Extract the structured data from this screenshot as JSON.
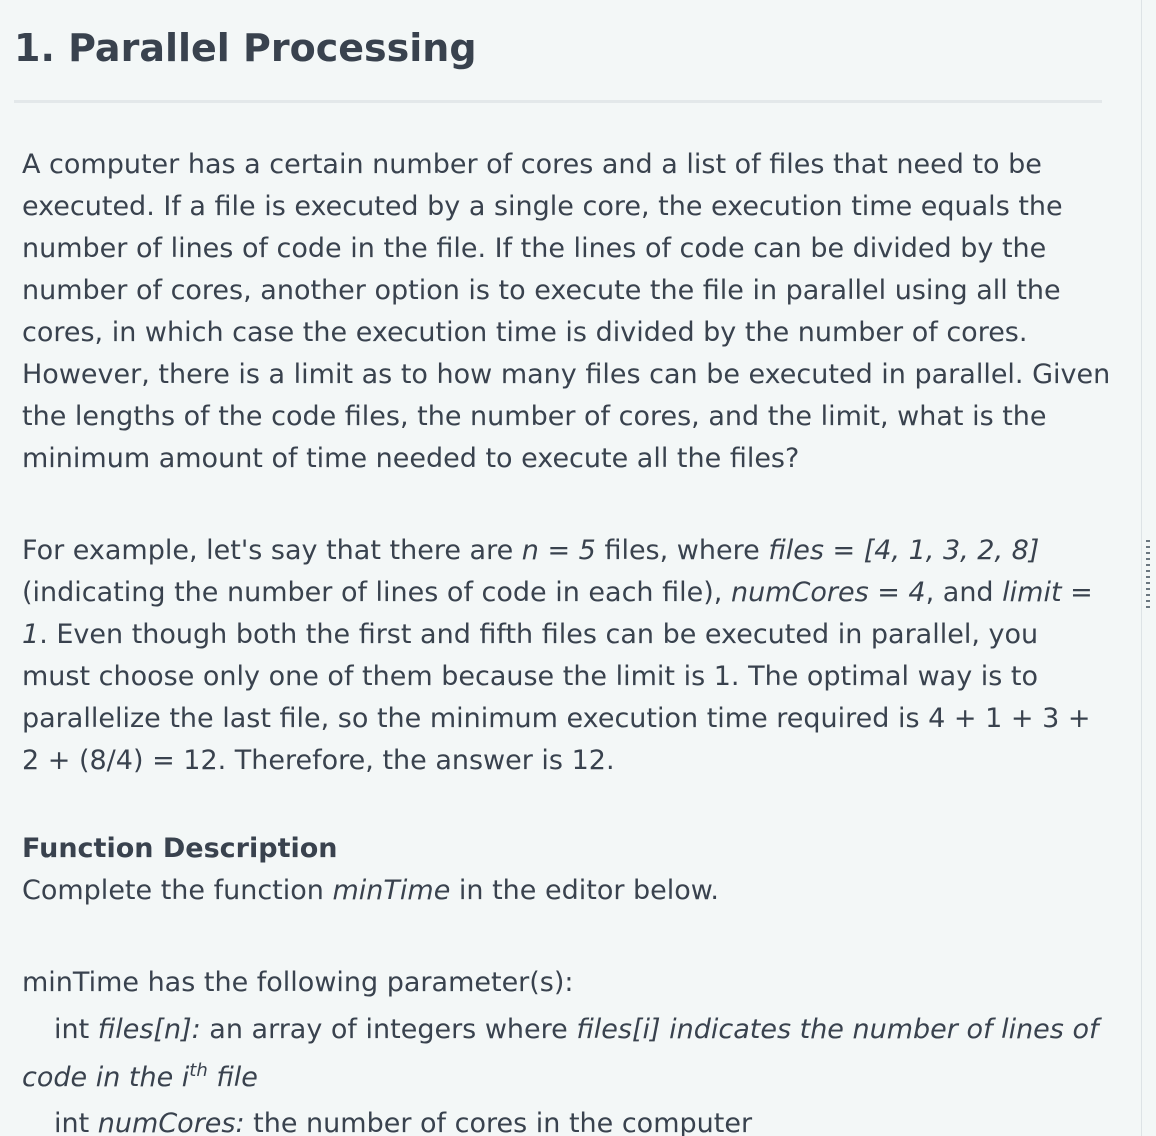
{
  "problem": {
    "title": "1. Parallel Processing",
    "intro": "A computer has a certain number of cores and a list of files that need to be executed. If a file is executed by a single core, the execution time equals the number of lines of code in the file. If the lines of code can be divided by the number of cores, another option is to execute the file in parallel using all the cores, in which case the execution time is divided by the number of cores. However, there is a limit as to how many files can be executed in parallel. Given the lengths of the code files, the number of cores, and the limit, what is the minimum amount of time needed to execute all the files?",
    "example": {
      "t1": "For example, let's say that there are ",
      "n_expr": "n = 5",
      "t2": " files, where ",
      "files_expr": "files = [4, 1, 3, 2, 8]",
      "t3": " (indicating the number of lines of code in each file), ",
      "cores_expr": "numCores = 4",
      "t4": ", and ",
      "limit_expr": "limit = 1",
      "t5": ". Even though both the first and fifth files can be executed in parallel, you must choose only one of them because the limit is 1. The optimal way is to parallelize the last file, so the minimum execution time required is 4 + 1 + 3 + 2 + (8/4) = 12. Therefore, the answer is 12."
    },
    "function_heading": "Function Description",
    "function_text": {
      "before": "Complete the function ",
      "name": "minTime",
      "after": " in the editor below."
    },
    "params_intro": "minTime has the following parameter(s):",
    "param_files": {
      "type": "int ",
      "name": "files[n]:",
      "desc_plain": "  an array of integers where ",
      "desc_italic": "files[i] indicates the number of lines of code in the i",
      "sup": "th",
      "desc_end": " file"
    },
    "param_cores": {
      "type": "int ",
      "name": "numCores:",
      "desc": " the number of cores in the computer"
    }
  }
}
